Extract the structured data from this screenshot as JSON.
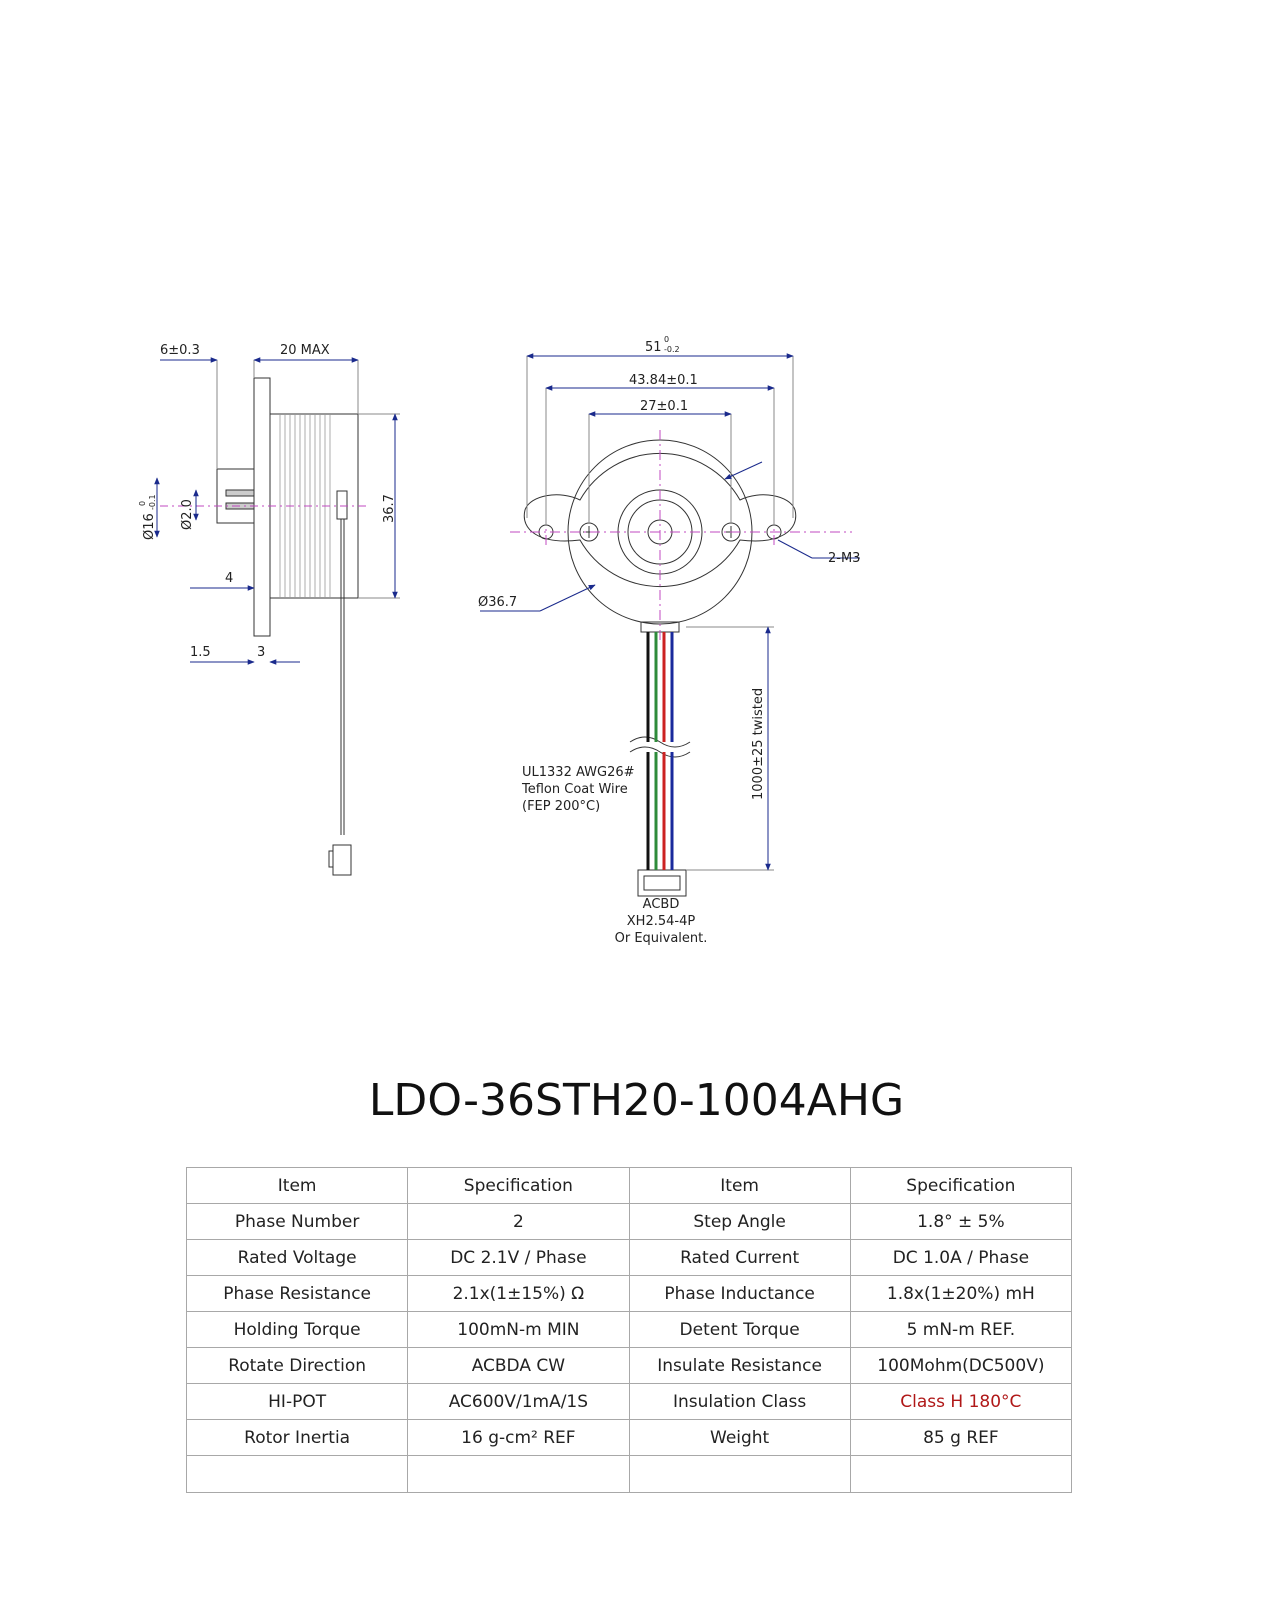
{
  "drawing": {
    "side_view": {
      "dim_flange_thickness": "6±0.3",
      "dim_body_length": "20 MAX",
      "dim_flange_diameter": "Ø16",
      "dim_flange_diameter_tol_upper": "0",
      "dim_flange_diameter_tol_lower": "-0.1",
      "dim_shaft_diameter": "Ø2.0",
      "dim_shaft_length": "4",
      "dim_body_height": "36.7",
      "dim_offset_a": "1.5",
      "dim_offset_b": "3"
    },
    "front_view": {
      "dim_overall_width": "51",
      "dim_overall_width_tol_upper": "0",
      "dim_overall_width_tol_lower": "-0.2",
      "dim_hole_spacing": "43.84±0.1",
      "dim_screw_spacing": "27±0.1",
      "dim_body_diameter": "Ø36.7",
      "dim_mount_holes": "2-M3",
      "dim_lead_length": "1000±25 twisted",
      "wire_note": [
        "UL1332 AWG26#",
        "Teflon Coat Wire",
        "(FEP 200°C)"
      ],
      "connector_note": [
        "ACBD",
        "XH2.54-4P",
        "Or Equivalent."
      ],
      "wire_colors": [
        "#111111",
        "#2e8b3a",
        "#cc2222",
        "#1a2a9c"
      ]
    }
  },
  "model_title": "LDO-36STH20-1004AHG",
  "spec_table": {
    "header": [
      "Item",
      "Specification",
      "Item",
      "Specification"
    ],
    "rows": [
      [
        "Phase Number",
        "2",
        "Step Angle",
        "1.8° ± 5%"
      ],
      [
        "Rated Voltage",
        "DC 2.1V / Phase",
        "Rated Current",
        "DC 1.0A / Phase"
      ],
      [
        "Phase Resistance",
        "2.1x(1±15%) Ω",
        "Phase Inductance",
        "1.8x(1±20%) mH"
      ],
      [
        "Holding Torque",
        "100mN-m MIN",
        "Detent Torque",
        "5 mN-m REF."
      ],
      [
        "Rotate Direction",
        "ACBDA CW",
        "Insulate Resistance",
        "100Mohm(DC500V)"
      ],
      [
        "HI-POT",
        "AC600V/1mA/1S",
        "Insulation Class",
        "Class H 180°C"
      ],
      [
        "Rotor Inertia",
        "16 g-cm² REF",
        "Weight",
        "85 g REF"
      ],
      [
        "",
        "",
        "",
        ""
      ]
    ],
    "highlight_color": "#b01818"
  }
}
